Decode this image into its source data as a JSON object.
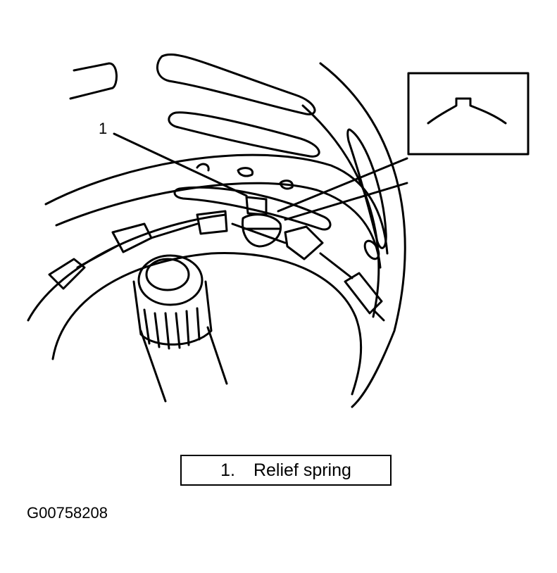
{
  "figure": {
    "callout_number": "1",
    "legend": {
      "number": "1.",
      "text": "Relief spring"
    },
    "figure_id": "G00758208"
  }
}
